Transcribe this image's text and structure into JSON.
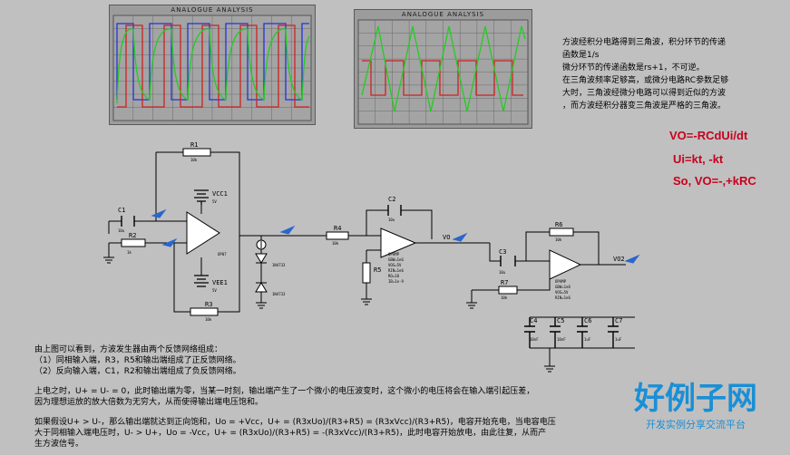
{
  "scope1": {
    "title": "ANALOGUE ANALYSIS"
  },
  "scope2": {
    "title": "ANALOGUE ANALYSIS"
  },
  "notes": [
    "方波经积分电路得到三角波，积分环节的传递",
    "函数是1/s",
    "微分环节的传递函数是rs+1，不可逆。",
    "在三角波频率足够高，或微分电路RC参数足够",
    "大时，三角波经微分电路可以得到近似的方波",
    "，而方波经积分器变三角波是严格的三角波。"
  ],
  "formulas": [
    "VO=-RCdUi/dt",
    "Ui=kt, -kt",
    "So, VO=-,+kRC"
  ],
  "bottom_text": [
    "由上图可以看到，方波发生器由两个反馈网络组成：",
    "（1）同相输入端，R3，R5和输出端组成了正反馈网络。",
    "（2）反向输入端，C1，R2和输出端组成了负反馈网络。",
    "",
    "上电之时，U+ = U- = 0，此时输出端为零，当某一时刻，输出端产生了一个微小的电压波变时，这个微小的电压将会在输入端引起压差，",
    "因为理想运放的放大倍数为无穷大，从而使得输出端电压饱和。",
    "",
    "如果假设U+ > U-，那么输出端就达到正向饱和，Uo = +Vcc，U+ = (R3xUo)/(R3+R5) = (R3xVcc)/(R3+R5)，电容开始充电，当电容电压",
    "大于同相输入端电压时，U- > U+，Uo = -Vcc，U+ = (R3xUo)/(R3+R5) = -(R3xVcc)/(R3+R5)，此时电容开始放电，由此往复，从而产",
    "生方波信号。"
  ],
  "components": {
    "r1": "R1",
    "r1_val": "10k",
    "c1": "C1",
    "c1_val": "10u",
    "r2": "R2",
    "r2_val": "1k",
    "r3": "R3",
    "r3_val": "10k",
    "vcc1": "VCC1",
    "vcc1_val": "5V",
    "vee1": "VEE1",
    "vee1_val": "5V",
    "u1": "OP07",
    "d1": "1N4733",
    "d2": "1N4733",
    "r4": "R4",
    "r4_val": "10k",
    "c2": "C2",
    "c2_val": "10u",
    "r5": "R5",
    "u2": "OPAMP",
    "u2_params": [
      "GBW=1e6",
      "VOS=5V",
      "RIN=1e6",
      "RO=10",
      "IB=1e-9"
    ],
    "vo": "VO",
    "c3": "C3",
    "c3_val": "10u",
    "r6": "R6",
    "r6_val": "10k",
    "r7": "R7",
    "r7_val": "10k",
    "u3": "OPAMP",
    "u3_params": [
      "GBW=1e6",
      "VOS=5V",
      "RIN=1e6"
    ],
    "vo2": "VO2",
    "c4": "C4",
    "c4_val": "10nF",
    "c5": "C5",
    "c5_val": "10nF",
    "c6": "C6",
    "c6_val": "1uF",
    "c7": "C7",
    "c7_val": "1uF"
  },
  "watermark": {
    "title": "好例子网",
    "subtitle": "开发实例分享交流平台"
  },
  "colors": {
    "trace_blue": "#2233dd",
    "trace_green": "#22cc22",
    "trace_red": "#cc2222",
    "grid": "#6a6a6a",
    "formula": "#c8001e",
    "watermark": "#1a8fd6"
  }
}
